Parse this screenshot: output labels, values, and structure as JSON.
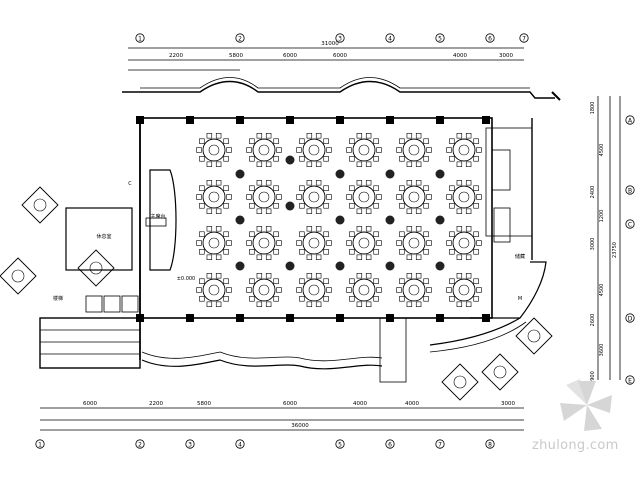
{
  "drawing": {
    "top_dims_outer": "31000",
    "top_dims": [
      "2200",
      "5800",
      "6000",
      "6000",
      "4000",
      "3000"
    ],
    "bottom_dims": [
      "6000",
      "2200",
      "5800",
      "6000",
      "4000",
      "4000",
      "3000"
    ],
    "bottom_total": "36000",
    "right_dims": [
      "1800",
      "4500",
      "2400",
      "1200",
      "3000",
      "4500",
      "2600",
      "3600",
      "900"
    ],
    "right_total": "23750",
    "grid_top": [
      "1",
      "2",
      "3",
      "4",
      "5",
      "6",
      "7"
    ],
    "grid_bottom": [
      "1",
      "2",
      "3",
      "4",
      "5",
      "6",
      "7",
      "8"
    ],
    "grid_right": [
      "A",
      "B",
      "C",
      "D",
      "E"
    ],
    "room_labels": [
      "主席台",
      "休息室",
      "楼梯",
      "±0.000",
      "储藏",
      "M",
      "C"
    ]
  },
  "watermark": {
    "text": "zhulong.com",
    "icon": "zhulong-flower-logo"
  },
  "colors": {
    "line": "#000000",
    "watermark": "#c9c9c9",
    "background": "#ffffff"
  }
}
